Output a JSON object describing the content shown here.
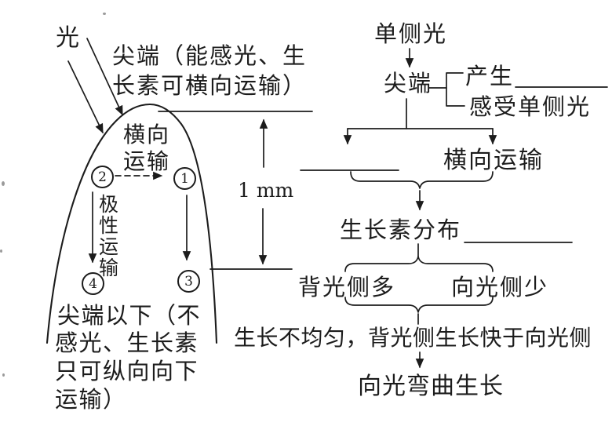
{
  "colors": {
    "ink": "#1c1c1c",
    "paper": "#ffffff"
  },
  "left_diagram": {
    "light_label": "光",
    "tip_caption_lines": [
      "尖端（能感光、生",
      "长素可横向运输）"
    ],
    "lateral_transport_lines": [
      "横向",
      "运输"
    ],
    "polar_transport_label": "极性运输",
    "circled_numbers": {
      "upper_left": "2",
      "upper_right": "1",
      "lower_left": "4",
      "lower_right": "3"
    },
    "dimension_label": "1 mm",
    "below_tip_caption_lines": [
      "尖端以下（不",
      "感光、生长素",
      "只可纵向向下",
      "运输）"
    ]
  },
  "flowchart": {
    "unilateral_light": "单侧光",
    "tip": "尖端",
    "produce_label": "产生",
    "sense_label": "感受单侧光",
    "lateral_transport": "横向运输",
    "auxin_distribution_label": "生长素分布",
    "shaded_side": "背光侧多",
    "lighted_side": "向光侧少",
    "uneven_growth": "生长不均匀，背光侧生长快于向光侧",
    "bend_result": "向光弯曲生长"
  }
}
